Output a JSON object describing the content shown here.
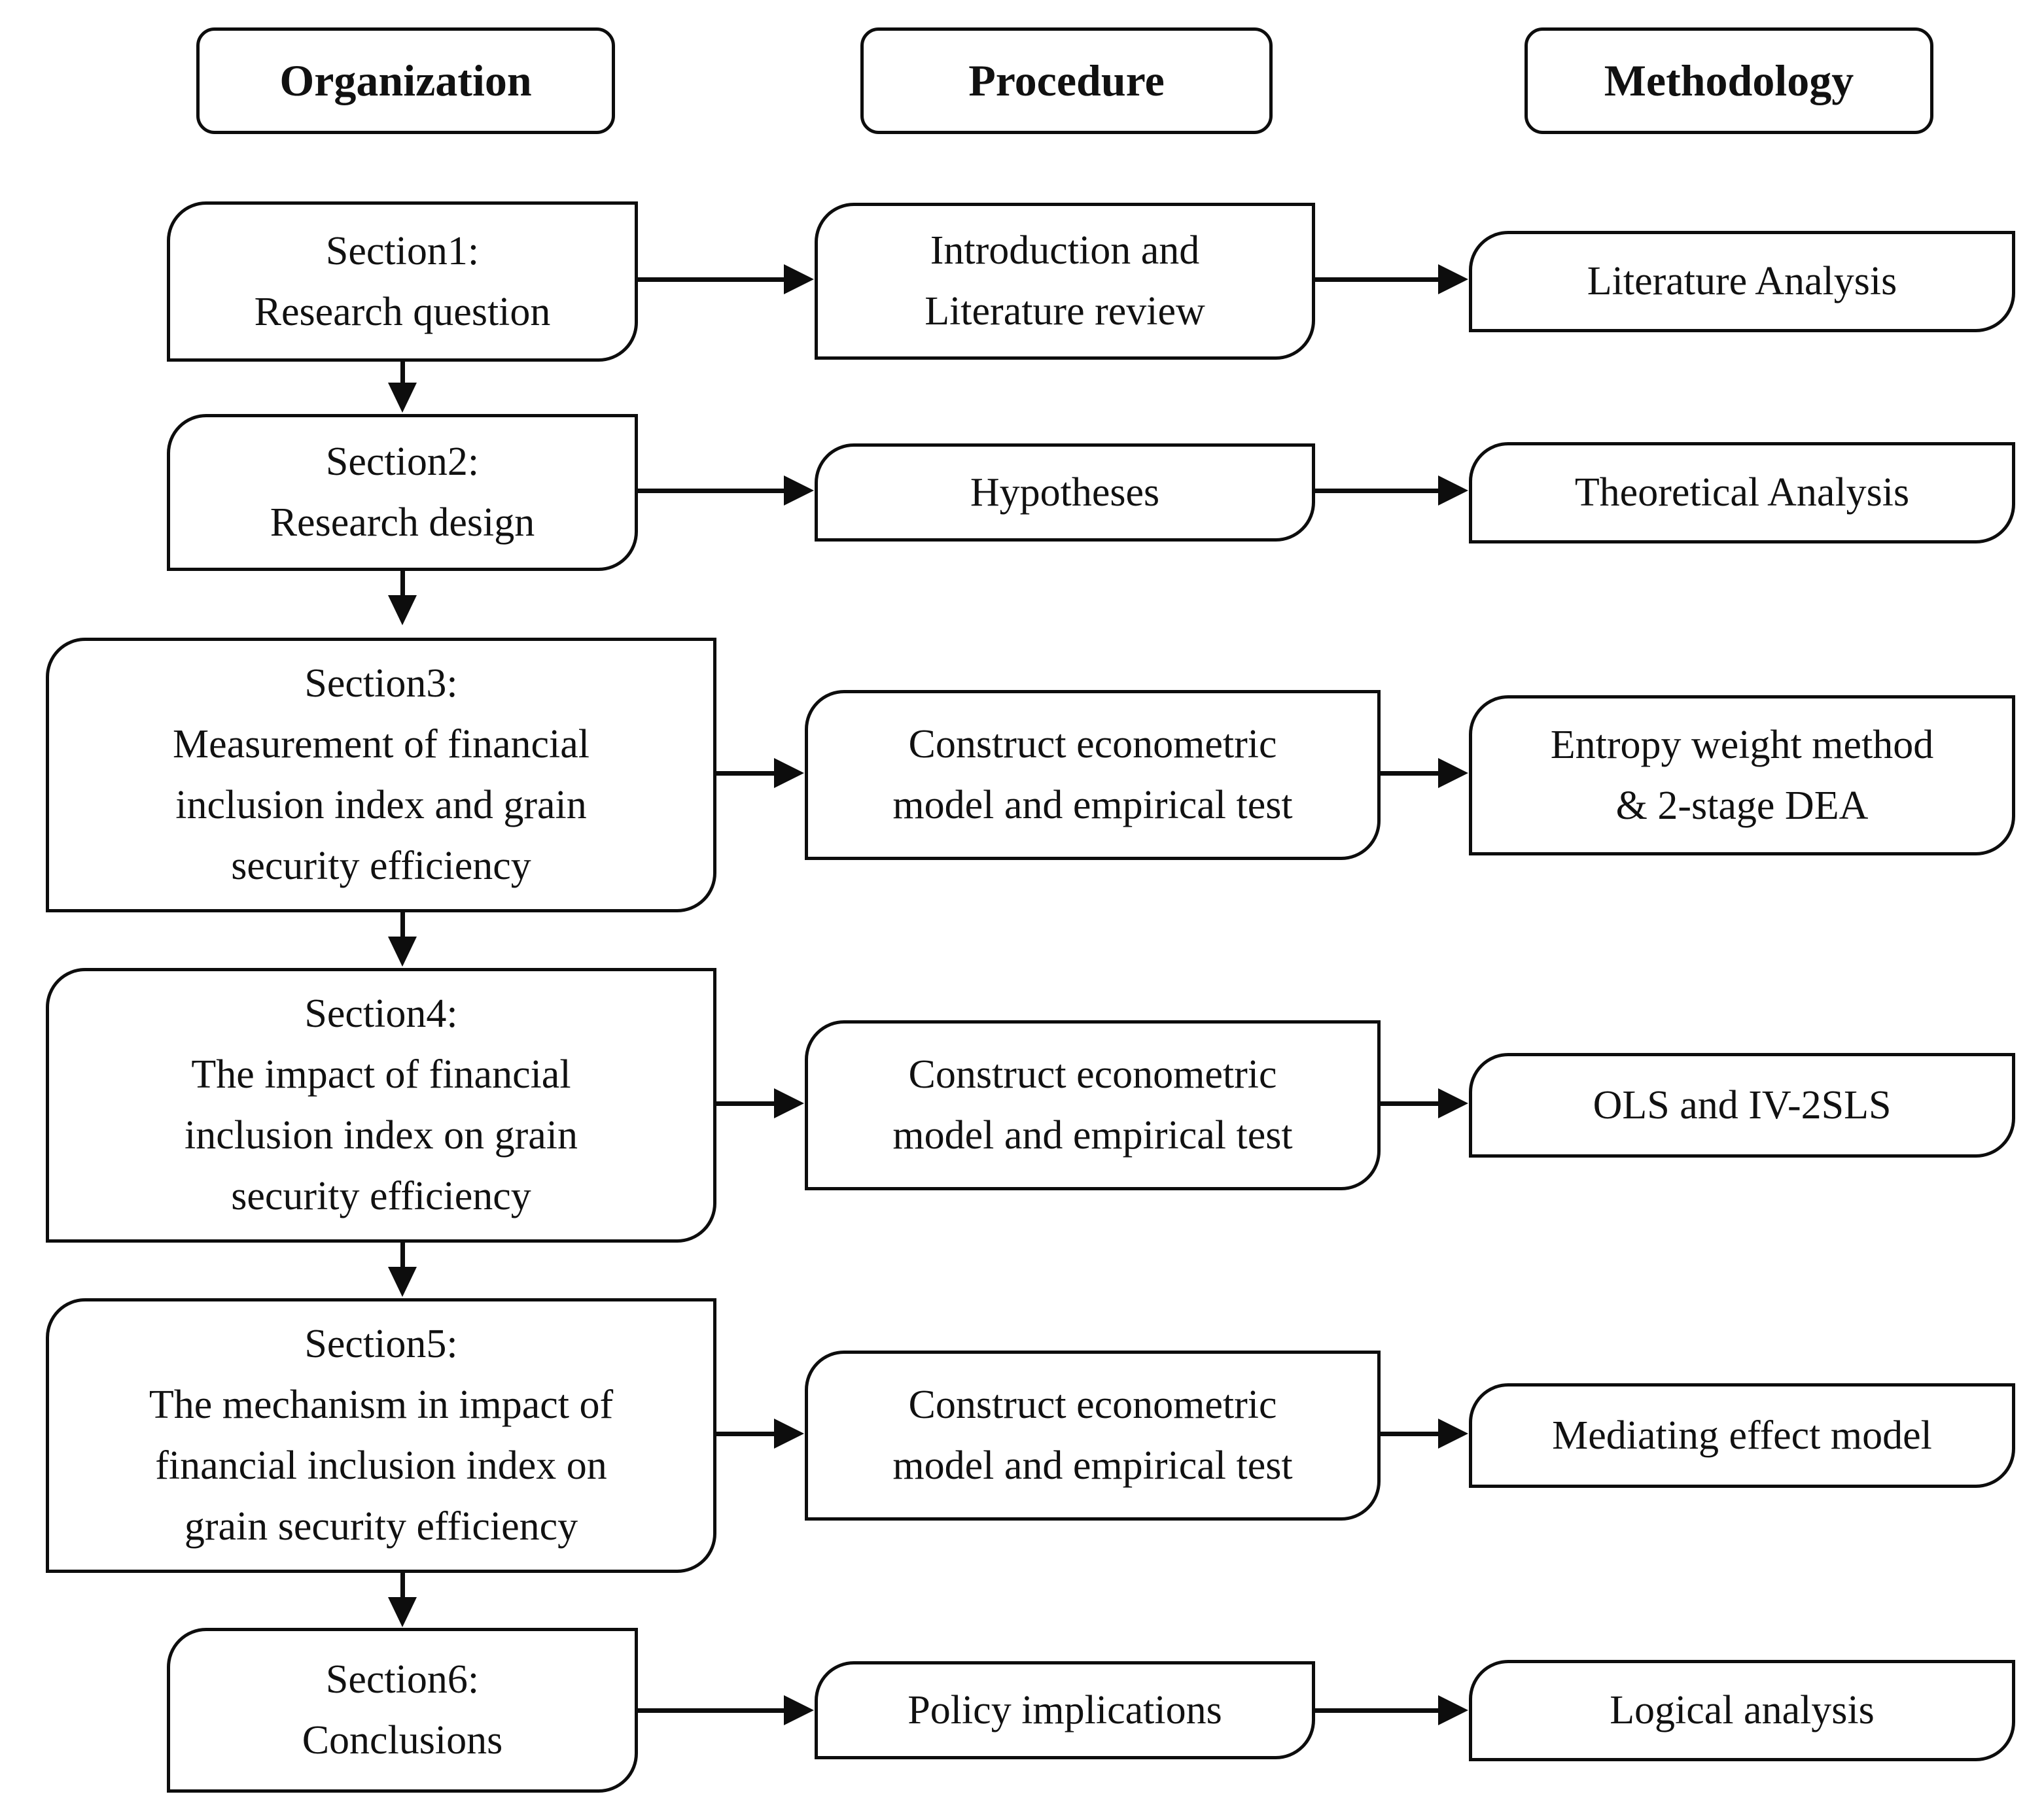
{
  "diagram": {
    "headers": [
      {
        "label": "Organization"
      },
      {
        "label": "Procedure"
      },
      {
        "label": "Methodology"
      }
    ],
    "rows": [
      {
        "org": [
          "Section1:",
          "Research question"
        ],
        "proc": [
          "Introduction and",
          "Literature review"
        ],
        "meth": [
          "Literature Analysis"
        ]
      },
      {
        "org": [
          "Section2:",
          "Research design"
        ],
        "proc": [
          "Hypotheses"
        ],
        "meth": [
          "Theoretical Analysis"
        ]
      },
      {
        "org": [
          "Section3:",
          "Measurement of financial",
          "inclusion index and grain",
          "security efficiency"
        ],
        "proc": [
          "Construct econometric",
          "model and empirical test"
        ],
        "meth": [
          "Entropy weight method",
          "& 2-stage DEA"
        ]
      },
      {
        "org": [
          "Section4:",
          "The impact of financial",
          "inclusion index on grain",
          "security efficiency"
        ],
        "proc": [
          "Construct econometric",
          "model and empirical test"
        ],
        "meth": [
          "OLS and IV-2SLS"
        ]
      },
      {
        "org": [
          "Section5:",
          "The mechanism in impact of",
          "financial inclusion index on",
          "grain security efficiency"
        ],
        "proc": [
          "Construct econometric",
          "model and empirical test"
        ],
        "meth": [
          "Mediating effect model"
        ]
      },
      {
        "org": [
          "Section6:",
          "Conclusions"
        ],
        "proc": [
          "Policy implications"
        ],
        "meth": [
          "Logical analysis"
        ]
      }
    ],
    "colors": {
      "border": "#0d0d0d",
      "fill": "#ffffff",
      "text": "#111111",
      "background": "#ffffff"
    }
  }
}
